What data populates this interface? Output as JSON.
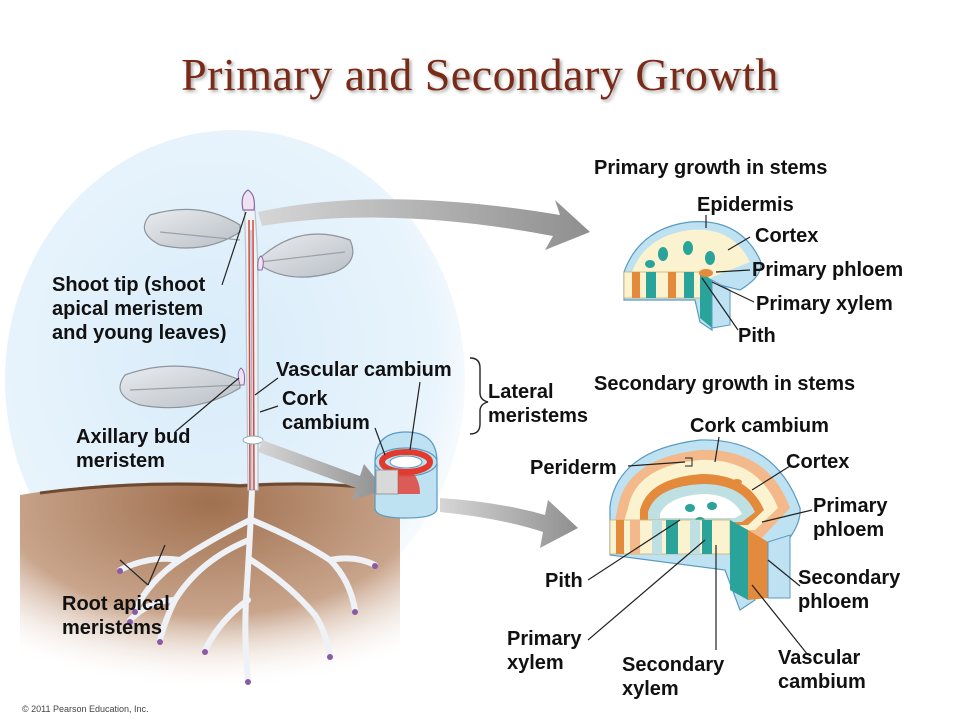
{
  "title": "Primary and Secondary Growth",
  "copyright": "© 2011 Pearson Education, Inc.",
  "headers": {
    "primary": "Primary growth in stems",
    "secondary": "Secondary growth in stems"
  },
  "plant_labels": {
    "shoot_tip": [
      "Shoot tip (shoot",
      "apical meristem",
      "and young leaves)"
    ],
    "axillary": [
      "Axillary bud",
      "meristem"
    ],
    "root_apical": [
      "Root apical",
      "meristems"
    ],
    "vascular_cambium": "Vascular cambium",
    "cork_cambium": [
      "Cork",
      "cambium"
    ],
    "lateral": [
      "Lateral",
      "meristems"
    ]
  },
  "primary_labels": {
    "epidermis": "Epidermis",
    "cortex": "Cortex",
    "primary_phloem": "Primary phloem",
    "primary_xylem": "Primary xylem",
    "pith": "Pith"
  },
  "secondary_labels": {
    "cork_cambium": "Cork cambium",
    "periderm": "Periderm",
    "cortex": "Cortex",
    "primary_phloem": [
      "Primary",
      "phloem"
    ],
    "secondary_phloem": [
      "Secondary",
      "phloem"
    ],
    "pith": "Pith",
    "primary_xylem": [
      "Primary",
      "xylem"
    ],
    "secondary_xylem": [
      "Secondary",
      "xylem"
    ],
    "vascular_cambium": [
      "Vascular",
      "cambium"
    ]
  },
  "colors": {
    "title": "#7a2b17",
    "sky": "#cfe6f7",
    "soil": "#a8785a",
    "arrow": "#9a9a9a",
    "epidermis": "#bfe2f3",
    "cortex": "#fbf3cf",
    "xylem": "#2aa39a",
    "phloem": "#e38a3c",
    "periderm": "#f3b98a"
  }
}
